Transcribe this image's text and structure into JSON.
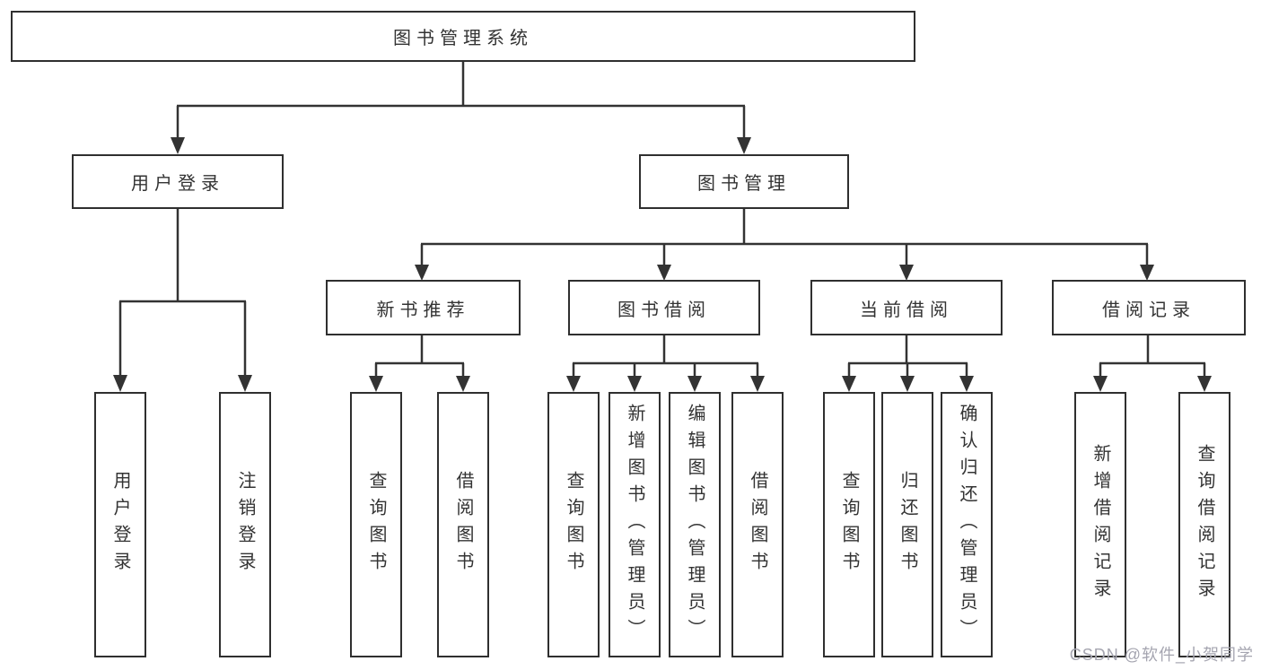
{
  "diagram": {
    "root": {
      "label": "图书管理系统"
    },
    "children": [
      {
        "label": "用户登录",
        "children": [
          {
            "label": "用户登录"
          },
          {
            "label": "注销登录"
          }
        ]
      },
      {
        "label": "图书管理",
        "children": [
          {
            "label": "新书推荐",
            "children": [
              {
                "label": "查询图书"
              },
              {
                "label": "借阅图书"
              }
            ]
          },
          {
            "label": "图书借阅",
            "children": [
              {
                "label": "查询图书"
              },
              {
                "label": "新增图书（管理员）"
              },
              {
                "label": "编辑图书（管理员）"
              },
              {
                "label": "借阅图书"
              }
            ]
          },
          {
            "label": "当前借阅",
            "children": [
              {
                "label": "查询图书"
              },
              {
                "label": "归还图书"
              },
              {
                "label": "确认归还（管理员）"
              }
            ]
          },
          {
            "label": "借阅记录",
            "children": [
              {
                "label": "新增借阅记录"
              },
              {
                "label": "查询借阅记录"
              }
            ]
          }
        ]
      }
    ]
  },
  "colors": {
    "line": "#333333",
    "box_border": "#2f2f2f",
    "text": "#333333",
    "watermark": "#a5a5b0",
    "background": "#ffffff"
  },
  "watermark": {
    "text": "CSDN @软件_小贺同学"
  }
}
